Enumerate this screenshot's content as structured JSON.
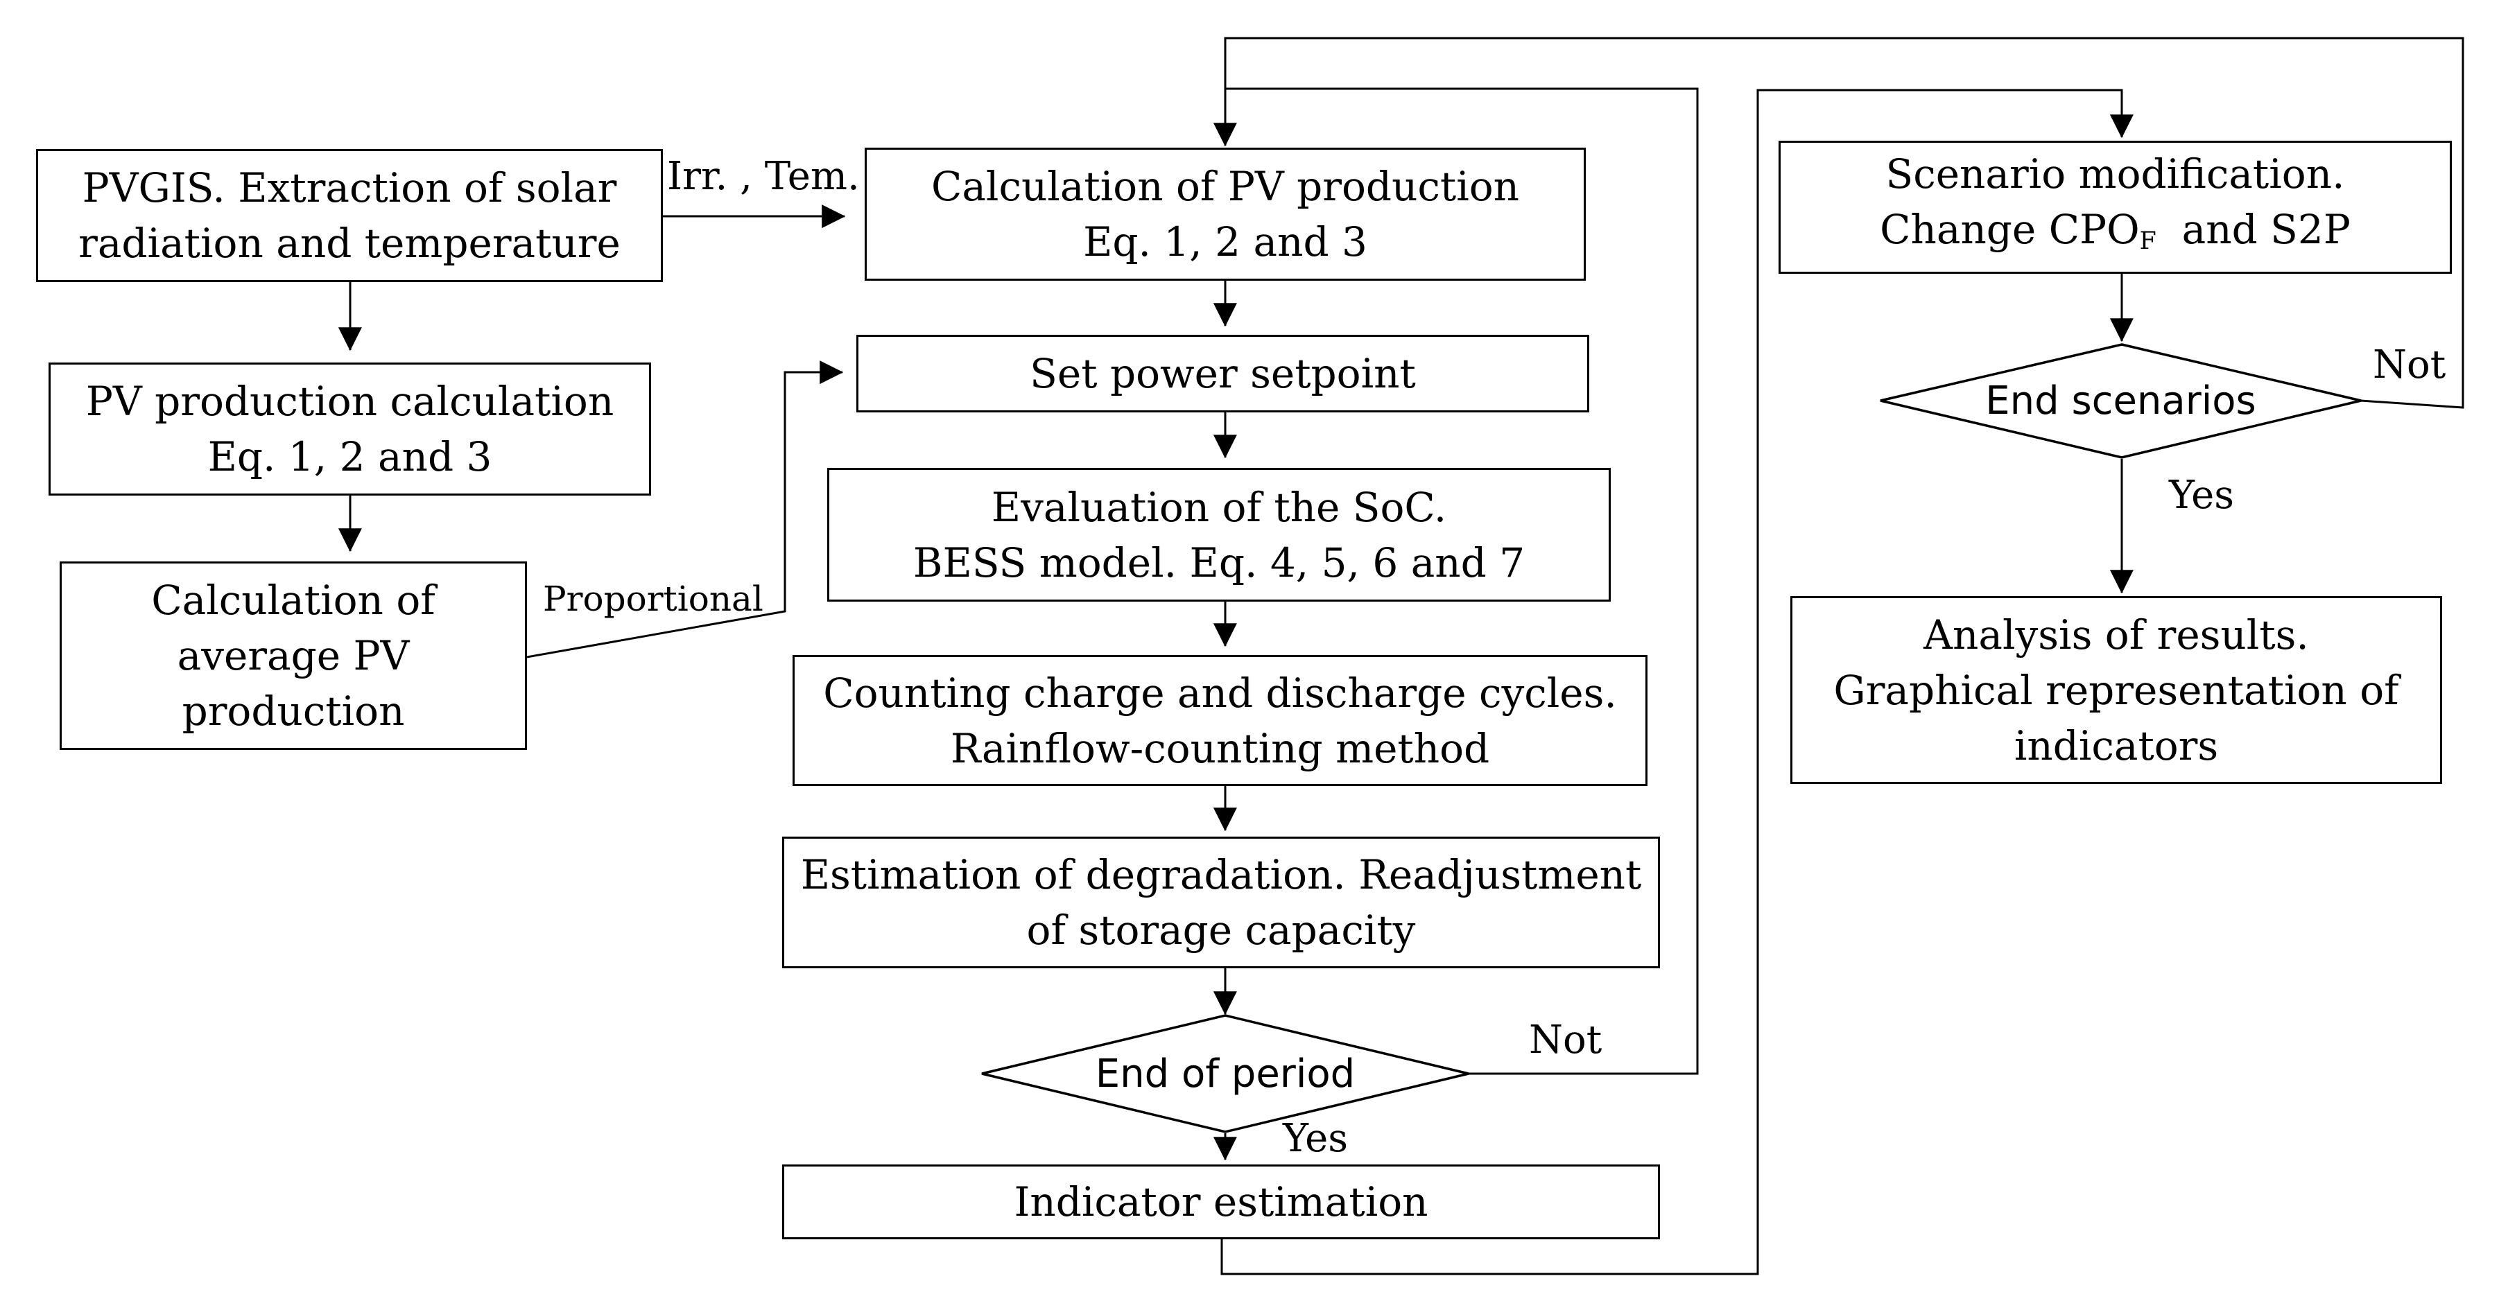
{
  "boxes": {
    "pvgis": [
      "PVGIS. Extraction of solar",
      "radiation and temperature"
    ],
    "pv_calc_left": [
      "PV production calculation",
      "Eq. 1, 2 and 3"
    ],
    "avg_pv": [
      "Calculation of",
      "average PV",
      "production"
    ],
    "calc_pv": [
      "Calculation of PV production",
      "Eq. 1, 2 and 3"
    ],
    "setpoint": [
      "Set power setpoint"
    ],
    "soc": [
      "Evaluation of the SoC.",
      "BESS model. Eq. 4, 5, 6 and 7"
    ],
    "cycles": [
      "Counting charge and discharge cycles.",
      "Rainflow-counting method"
    ],
    "degradation": [
      "Estimation of degradation. Readjustment",
      "of storage capacity"
    ],
    "indicator": [
      "Indicator estimation"
    ],
    "scenario": {
      "line1": "Scenario modification.",
      "line2_prefix": "Change CPO",
      "line2_sub": "F",
      "line2_suffix": "  and S2P"
    },
    "analysis": [
      "Analysis of results.",
      "Graphical representation of",
      "indicators"
    ]
  },
  "decisions": {
    "end_period": "End of period",
    "end_scenarios": "End scenarios"
  },
  "labels": {
    "irr_tem": "Irr. , Tem.",
    "proportional": "Proportional",
    "not_period": "Not",
    "yes_period": "Yes",
    "not_scenarios": "Not",
    "yes_scenarios": "Yes"
  }
}
